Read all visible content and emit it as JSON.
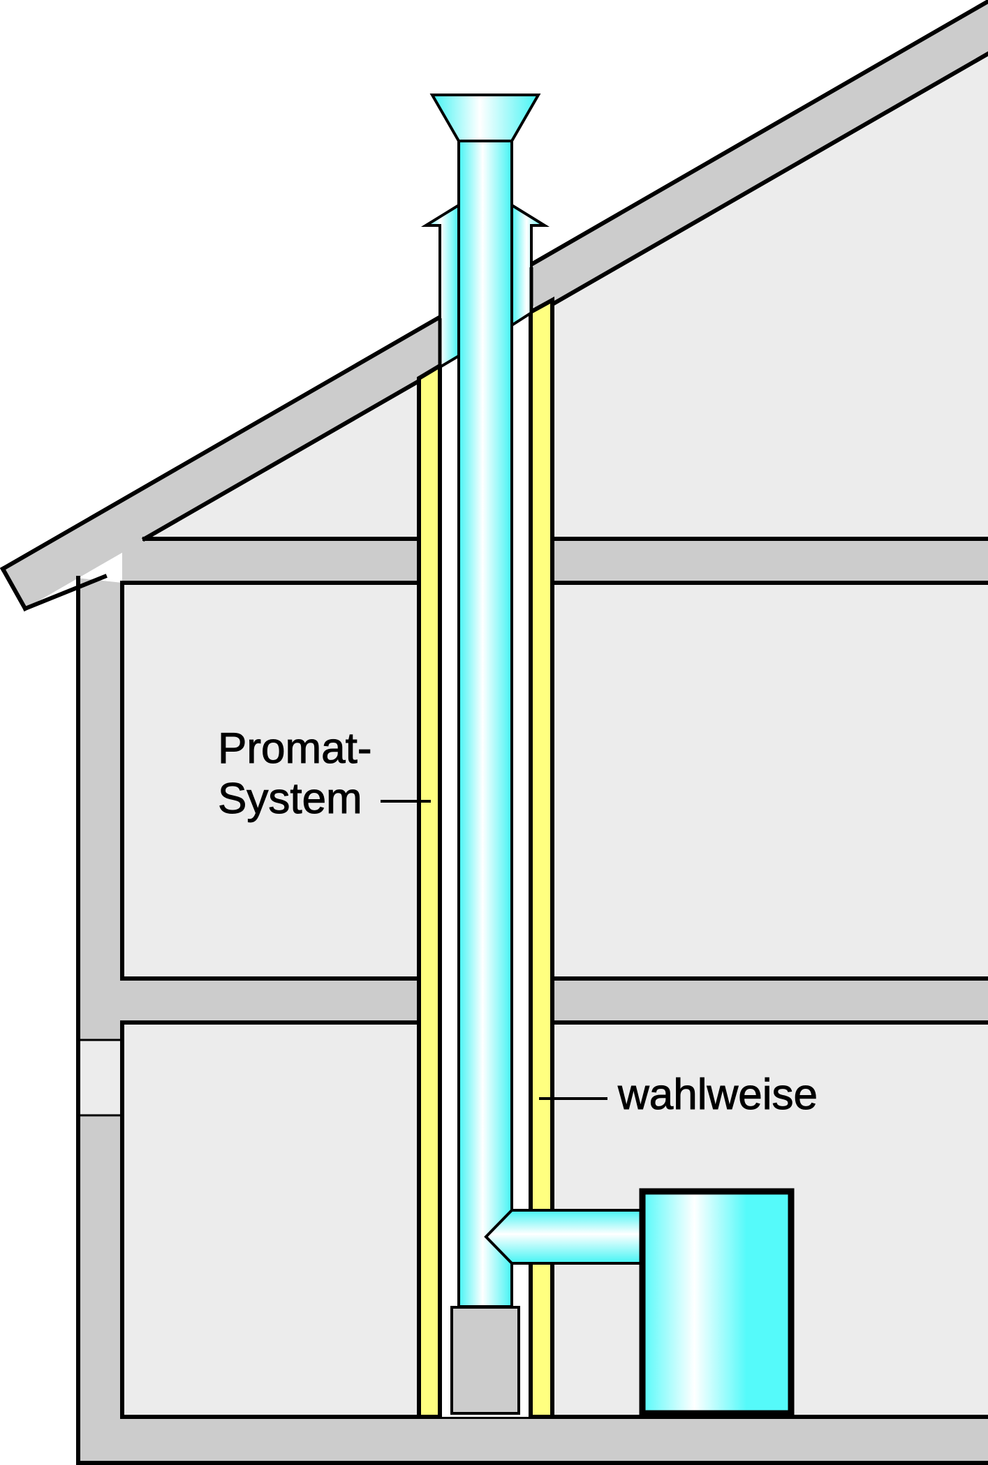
{
  "labels": {
    "promat_line1": "Promat-",
    "promat_line2": "System",
    "wahlweise": "wahlweise"
  },
  "colors": {
    "structure_gray": "#cccccc",
    "interior_light": "#ececec",
    "insulation_yellow": "#ffff80",
    "flue_cyan": "#66ffff",
    "outline": "#000000"
  }
}
